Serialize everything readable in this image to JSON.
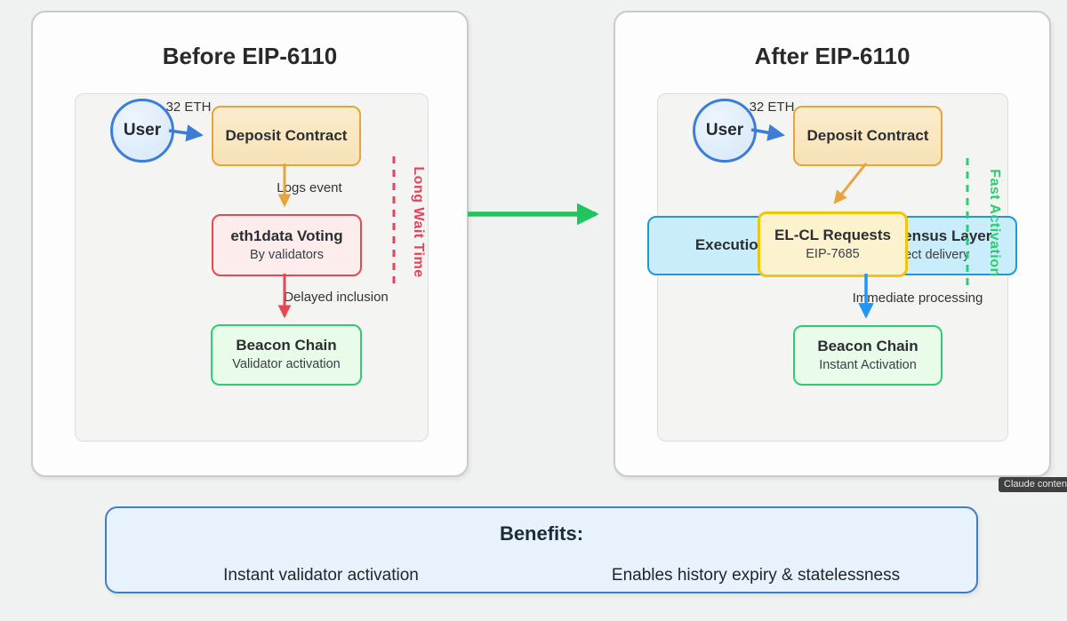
{
  "before": {
    "title": "Before EIP-6110",
    "user": "User",
    "deposit_amount": "32 ETH",
    "deposit_contract": "Deposit Contract",
    "logs_event": "Logs event",
    "voting_title": "eth1data Voting",
    "voting_subtitle": "By validators",
    "delayed_inclusion": "Delayed inclusion",
    "beacon_title": "Beacon Chain",
    "beacon_subtitle": "Validator activation",
    "wait_note": "Long Wait Time"
  },
  "after": {
    "title": "After EIP-6110",
    "user": "User",
    "deposit_amount": "32 ETH",
    "deposit_contract": "Deposit Contract",
    "execution_layer": "Execution Layer",
    "requests_title": "EL-CL Requests",
    "requests_subtitle": "EIP-7685",
    "consensus_layer": "Consensus Layer",
    "consensus_subtitle": "Direct delivery",
    "immediate_processing": "Immediate processing",
    "beacon_title": "Beacon Chain",
    "beacon_subtitle": "Instant Activation",
    "fast_note": "Fast Activation"
  },
  "benefits": {
    "title": "Benefits:",
    "items": [
      "Instant validator activation",
      "Enables history expiry & statelessness"
    ]
  },
  "watermark": "Claude conten",
  "colors": {
    "page_bg": "#eff2f0",
    "panel_bg": "#fdfdfd",
    "orange_border": "#e8a33c",
    "red_border": "#e5494f",
    "green_border": "#2ecc71",
    "blue_border": "#1d9ad6",
    "yellow_border": "#f2c40e",
    "user_blue": "#3b7dd8",
    "flow_green": "#21c55d",
    "process_blue": "#2196f3",
    "wait_red": "#e0455a",
    "benefits_border": "#3f7fc1",
    "benefits_bg": "#e7f2fc"
  }
}
